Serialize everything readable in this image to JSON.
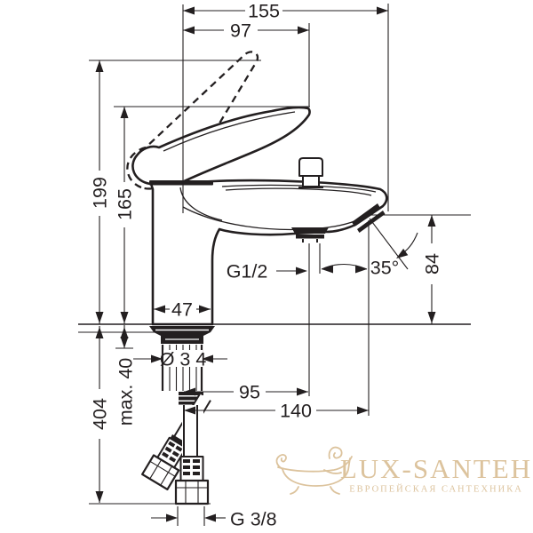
{
  "diagram": {
    "dims": {
      "spout_reach": "155",
      "handle_reach": "97",
      "height_open": "199",
      "height_closed": "165",
      "outlet_height": "84",
      "outlet_angle": "35°",
      "outlet_thread": "G1/2",
      "body_depth": "47",
      "shank_diameter": "Ø 3 4",
      "max_mounting": "max. 40",
      "under_depth": "404",
      "hose_offset_near": "95",
      "hose_offset_far": "140",
      "hose_thread": "G 3/8"
    }
  },
  "watermark": {
    "logo_icon": "bathtub-logo",
    "brand": "LUX-SANTEH",
    "tagline": "ЕВРОПЕЙСКАЯ САНТЕХНИКА"
  },
  "colors": {
    "line": "#231f20",
    "watermark": "#d9bd93",
    "background": "#ffffff"
  }
}
